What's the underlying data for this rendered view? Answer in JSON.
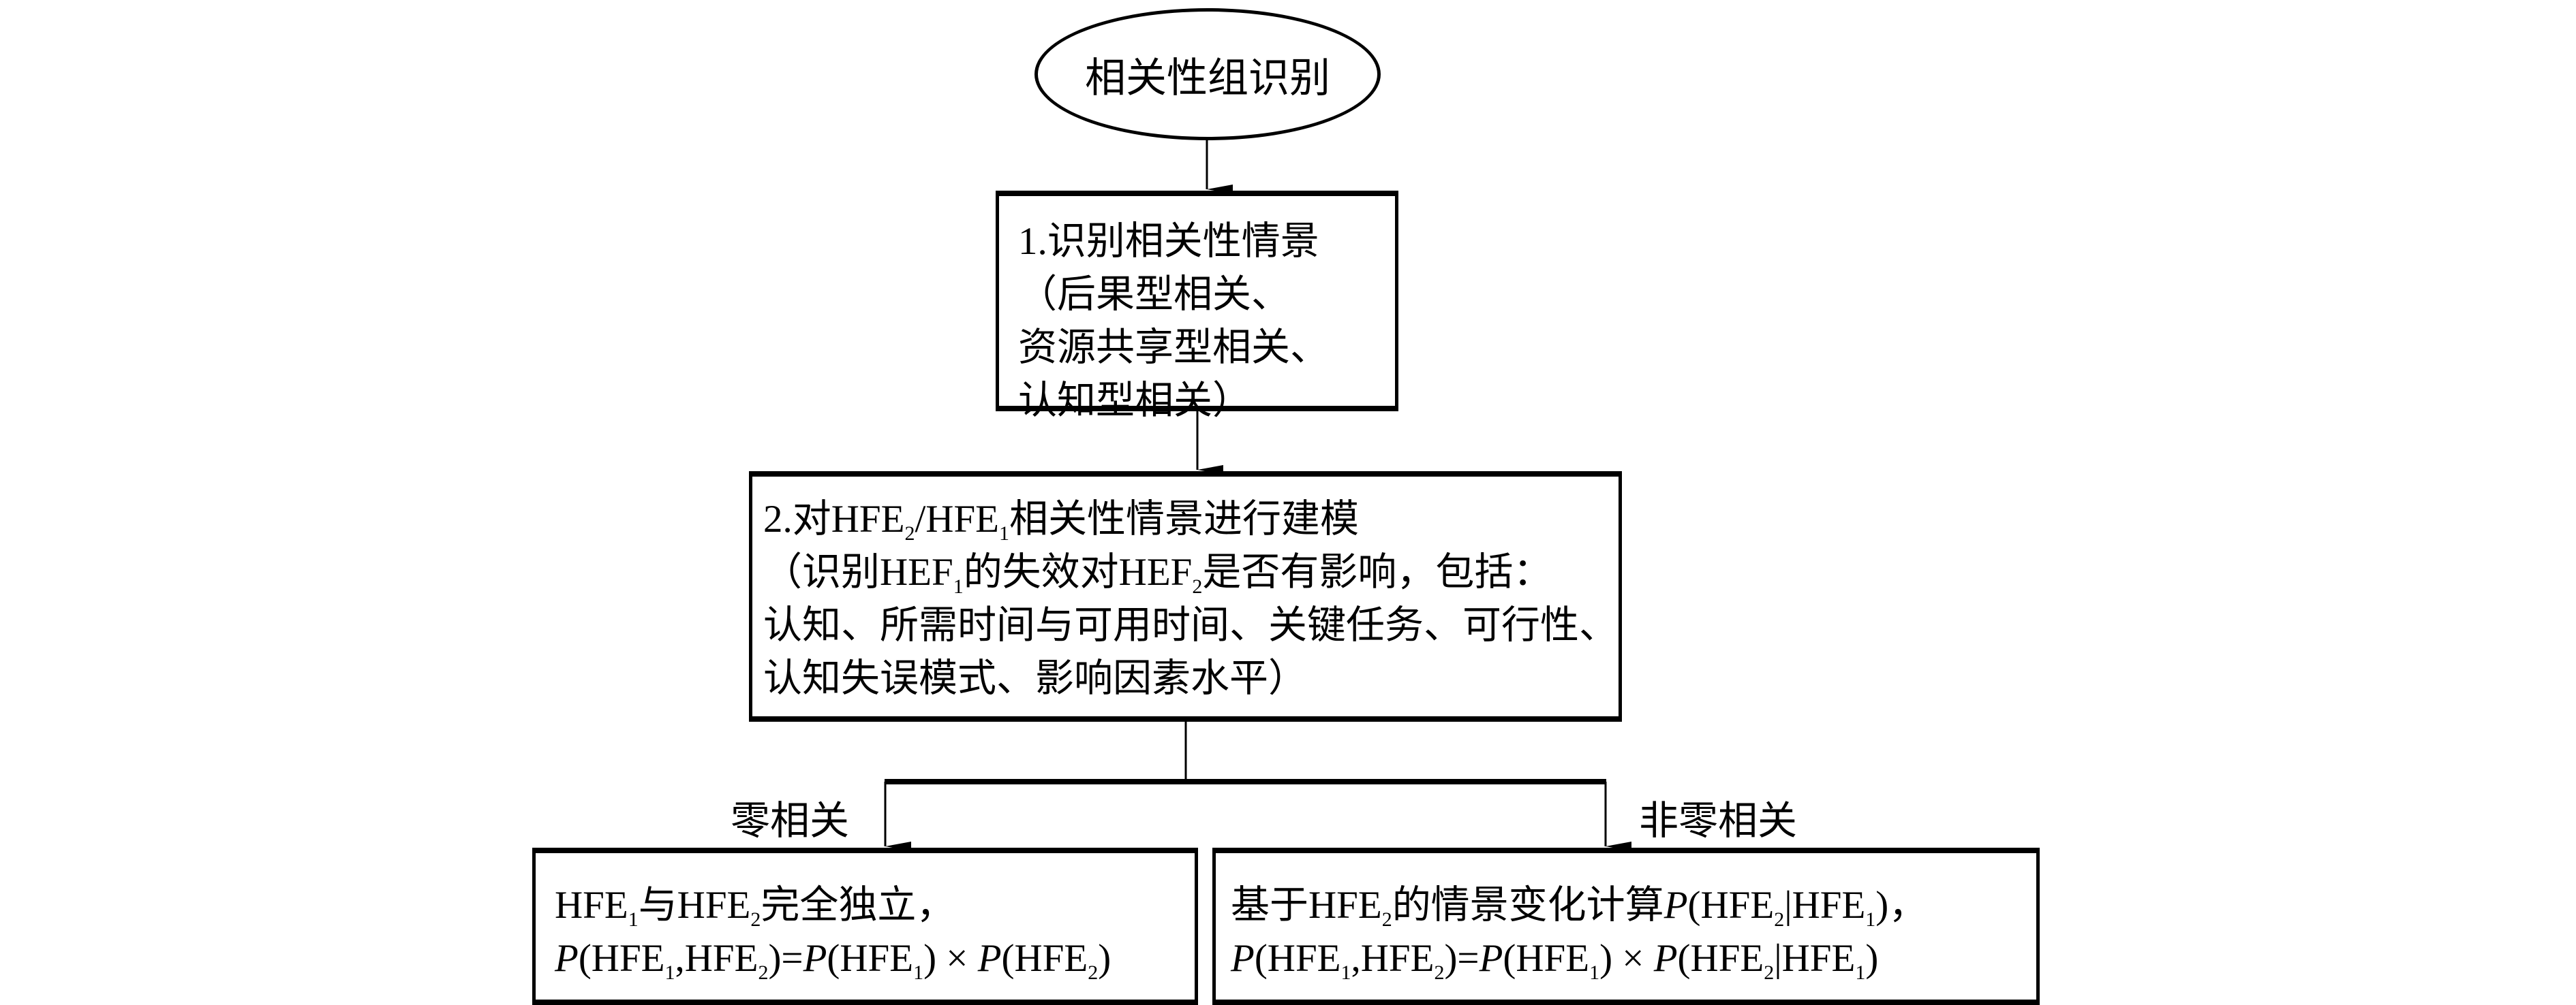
{
  "start": {
    "label": "相关性组识别"
  },
  "step1": {
    "lines": [
      [
        {
          "t": "1.识别相关性情景"
        }
      ],
      [
        {
          "t": "（后果型相关、"
        }
      ],
      [
        {
          "t": "资源共享型相关、"
        }
      ],
      [
        {
          "t": "认知型相关）"
        }
      ]
    ]
  },
  "step2": {
    "lines": [
      [
        {
          "t": "2.对HFE"
        },
        {
          "t": "2",
          "sub": true
        },
        {
          "t": "/HFE"
        },
        {
          "t": "1",
          "sub": true
        },
        {
          "t": "相关性情景进行建模"
        }
      ],
      [
        {
          "t": "（识别HEF"
        },
        {
          "t": "1",
          "sub": true
        },
        {
          "t": "的失效对HEF"
        },
        {
          "t": "2",
          "sub": true
        },
        {
          "t": "是否有影响，包括："
        }
      ],
      [
        {
          "t": "认知、所需时间与可用时间、关键任务、可行性、"
        }
      ],
      [
        {
          "t": "认知失误模式、影响因素水平）"
        }
      ]
    ]
  },
  "branches": {
    "left_label": "零相关",
    "right_label": "非零相关"
  },
  "result_zero": {
    "lines": [
      [
        {
          "t": "HFE"
        },
        {
          "t": "1",
          "sub": true
        },
        {
          "t": "与HFE"
        },
        {
          "t": "2",
          "sub": true
        },
        {
          "t": "完全独立，"
        }
      ],
      [
        {
          "t": "P",
          "it": true
        },
        {
          "t": "(HFE"
        },
        {
          "t": "1",
          "sub": true
        },
        {
          "t": ",HFE"
        },
        {
          "t": "2",
          "sub": true
        },
        {
          "t": ")="
        },
        {
          "t": "P",
          "it": true
        },
        {
          "t": "(HFE"
        },
        {
          "t": "1",
          "sub": true
        },
        {
          "t": ") × "
        },
        {
          "t": "P",
          "it": true
        },
        {
          "t": "(HFE"
        },
        {
          "t": "2",
          "sub": true
        },
        {
          "t": ")"
        }
      ]
    ]
  },
  "result_nonzero": {
    "lines": [
      [
        {
          "t": "基于HFE"
        },
        {
          "t": "2",
          "sub": true
        },
        {
          "t": "的情景变化计算"
        },
        {
          "t": "P",
          "it": true
        },
        {
          "t": "(HFE"
        },
        {
          "t": "2",
          "sub": true
        },
        {
          "t": "|HFE"
        },
        {
          "t": "1",
          "sub": true
        },
        {
          "t": ")，"
        }
      ],
      [
        {
          "t": "P",
          "it": true
        },
        {
          "t": "(HFE"
        },
        {
          "t": "1",
          "sub": true
        },
        {
          "t": ",HFE"
        },
        {
          "t": "2",
          "sub": true
        },
        {
          "t": ")="
        },
        {
          "t": "P",
          "it": true
        },
        {
          "t": "(HFE"
        },
        {
          "t": "1",
          "sub": true
        },
        {
          "t": ") × "
        },
        {
          "t": "P",
          "it": true
        },
        {
          "t": "(HFE"
        },
        {
          "t": "2",
          "sub": true
        },
        {
          "t": "|HFE"
        },
        {
          "t": "1",
          "sub": true
        },
        {
          "t": ")"
        }
      ]
    ]
  }
}
